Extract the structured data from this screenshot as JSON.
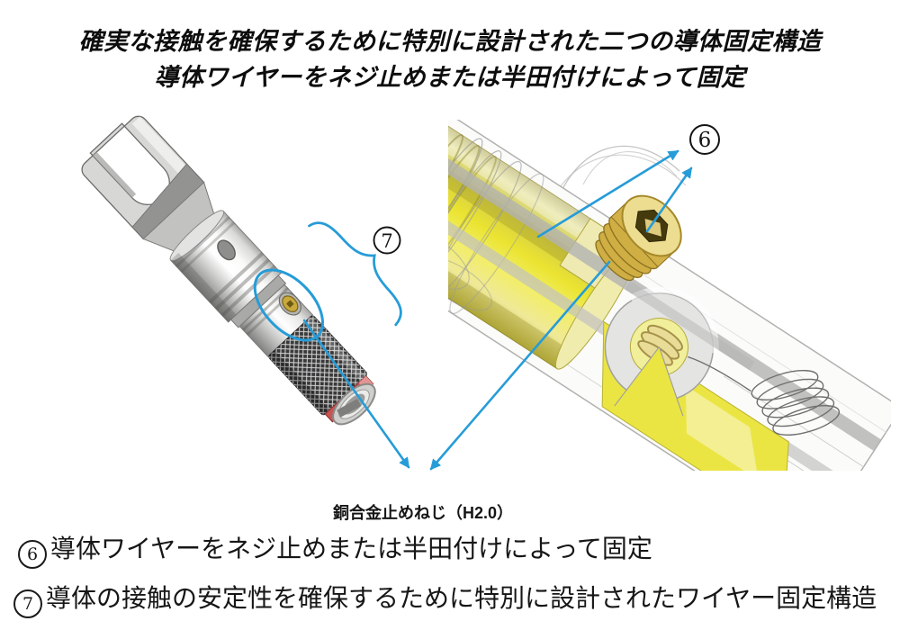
{
  "title": {
    "line1": "確実な接触を確保するために特別に設計された二つの導体固定構造",
    "line2": "導体ワイヤーをネジ止めまたは半田付けによって固定"
  },
  "figure": {
    "caption": "銅合金止めねじ（H2.0）"
  },
  "callouts": {
    "six": "6",
    "seven": "7"
  },
  "notes": [
    {
      "number": "6",
      "text": "導体ワイヤーをネジ止めまたは半田付けによって固定"
    },
    {
      "number": "7",
      "text": "導体の接触の安定性を確保するために特別に設計されたワイヤー固定構造"
    }
  ],
  "colors": {
    "annotation_blue": "#269cd8",
    "brass_yellow": "#ebe431",
    "red_ring": "#c65553",
    "metal_gray": "#d7d7d5",
    "text": "#111111"
  }
}
